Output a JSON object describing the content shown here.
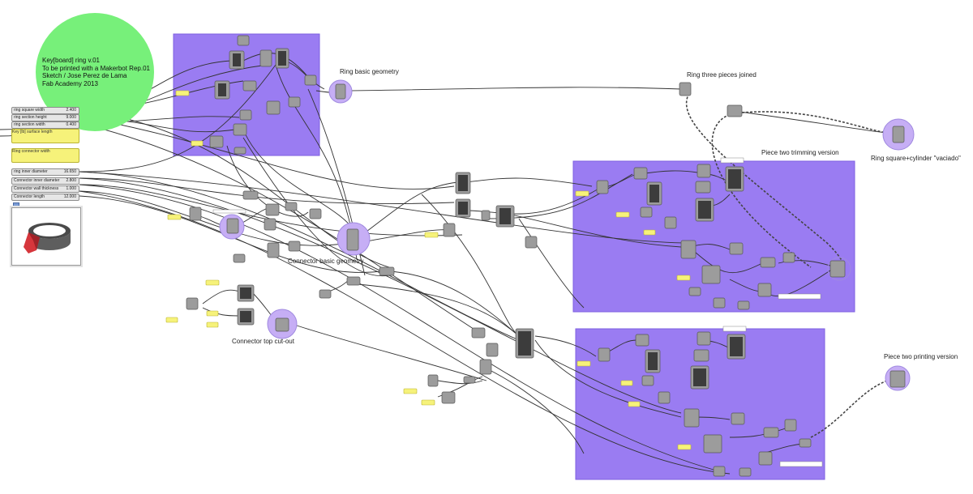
{
  "annotations": {
    "note_lines": [
      "Key[board] ring v.01",
      "To be printed with a Makerbot Rep.01",
      "Sketch / Jose Perez de Lama",
      "Fab Academy 2013"
    ],
    "ring_basic": "Ring basic geometry",
    "ring_three": "Ring three pieces joined",
    "ring_square": "Ring square+cylinder \"vaciado\"",
    "piece_trim": "Piece two trimming version",
    "piece_print": "Piece two printing version",
    "connector_basic": "Connector basic geometry",
    "connector_top": "Connector top cut-out"
  },
  "sliders": [
    {
      "name": "ring square width",
      "value": "2.400"
    },
    {
      "name": "ring section height",
      "value": "9.000"
    },
    {
      "name": "ring section width",
      "value": "0.400"
    },
    {
      "name": "ring inner diameter",
      "value": "16.650"
    },
    {
      "name": "Connector inner diameter",
      "value": "2.800"
    },
    {
      "name": "Connector wall thickness",
      "value": "1.000"
    },
    {
      "name": "Connector length",
      "value": "12.000"
    }
  ],
  "panels": {
    "key_text": "Key [lb] surface length",
    "ring_text": "Ring connector width"
  },
  "colors": {
    "group_fill": "#9a7cf2",
    "group_stroke": "#7e5fe0",
    "note_fill": "#77f07a",
    "component_fill": "#9c9c9c",
    "wire": "#333333",
    "highlight_circle": "#c6aef5"
  },
  "icons": [
    "preview-icon"
  ]
}
